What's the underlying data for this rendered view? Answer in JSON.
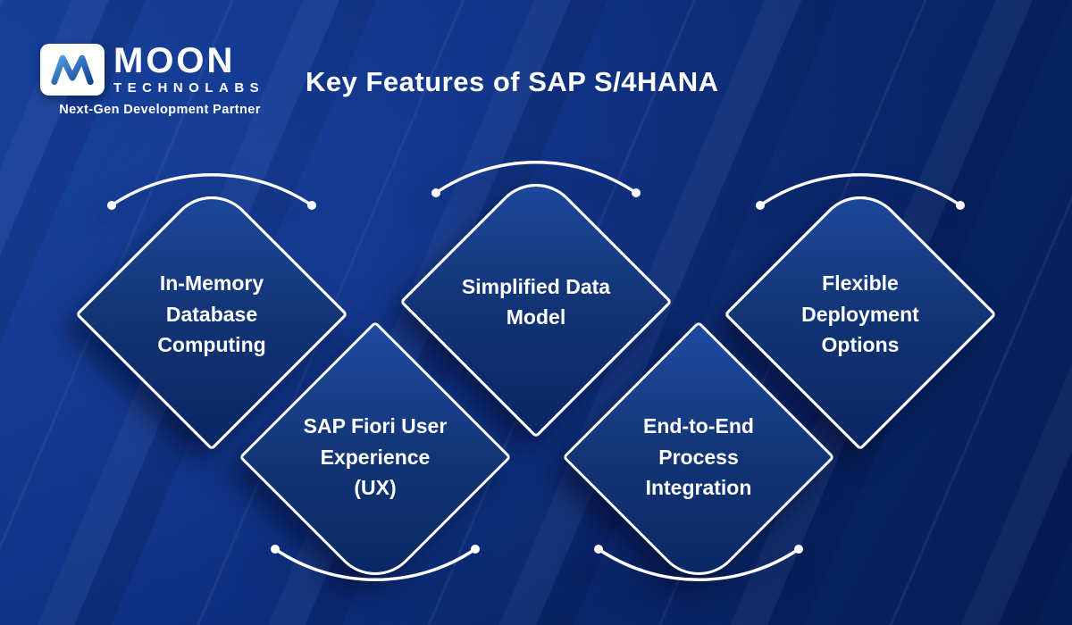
{
  "page": {
    "title": "Key Features of SAP S/4HANA"
  },
  "brand": {
    "name": "MOON",
    "subname": "TECHNOLABS",
    "tagline": "Next-Gen Development Partner"
  },
  "icons": {
    "logo_mark": "moon-m-monogram",
    "feature_decoration": "arc-with-end-dots"
  },
  "colors": {
    "background": "#0c2d7c",
    "diamond_fill_light": "#1e4ba0",
    "diamond_fill_dark": "#0a2663",
    "outline": "#ffffff",
    "text": "#ffffff"
  },
  "features": [
    {
      "label": "In-Memory\nDatabase\nComputing",
      "position": "top-left"
    },
    {
      "label": "Simplified Data\nModel",
      "position": "top-center"
    },
    {
      "label": "Flexible\nDeployment\nOptions",
      "position": "top-right"
    },
    {
      "label": "SAP Fiori User\nExperience\n(UX)",
      "position": "bottom-left"
    },
    {
      "label": "End-to-End\nProcess\nIntegration",
      "position": "bottom-right"
    }
  ]
}
